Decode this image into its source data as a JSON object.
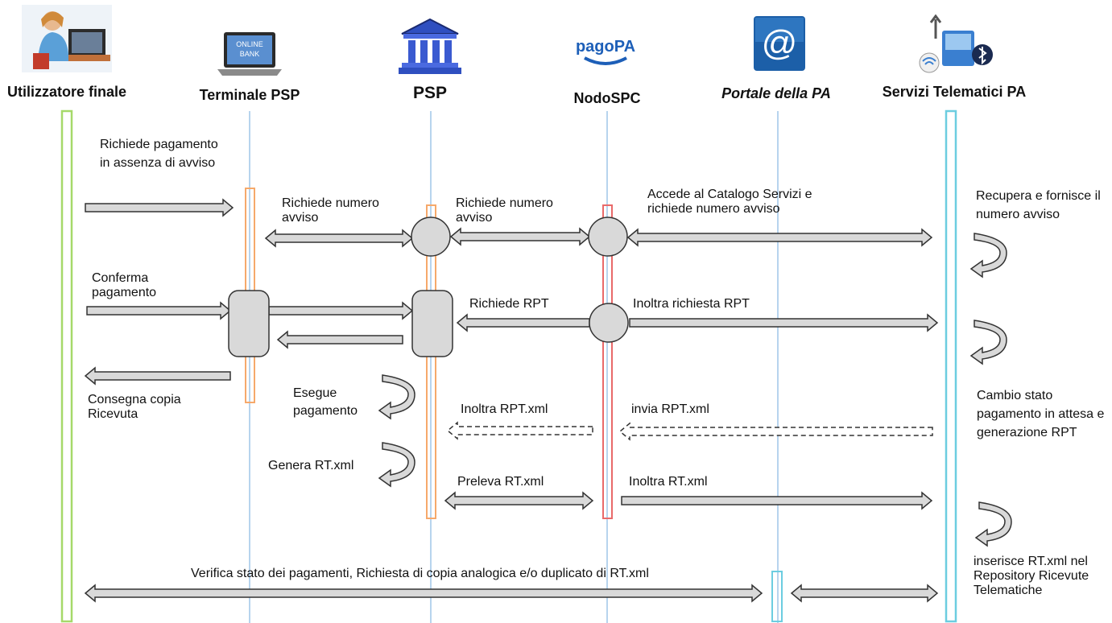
{
  "actors": {
    "utente": "Utilizzatore finale",
    "terminale": "Terminale PSP",
    "psp": "PSP",
    "nodo": "NodoSPC",
    "portale": "Portale della PA",
    "servizi": "Servizi Telematici PA"
  },
  "icons": {
    "terminal_logo_line1": "ONLINE",
    "terminal_logo_line2": "BANK",
    "nodo_logo": "pagoPA"
  },
  "messages": {
    "richiede_pagamento": "Richiede pagamento in assenza di avviso",
    "richiede_numero_1": "Richiede numero avviso",
    "richiede_numero_2": "Richiede numero avviso",
    "accede_catalogo": "Accede al Catalogo Servizi e richiede numero avviso",
    "recupera_fornisce": "Recupera e fornisce il numero avviso",
    "conferma_pagamento": "Conferma pagamento",
    "richiede_rpt": "Richiede RPT",
    "inoltra_richiesta_rpt": "Inoltra richiesta RPT",
    "consegna_copia": "Consegna copia Ricevuta",
    "esegue_pagamento": "Esegue pagamento",
    "inoltra_rpt_xml": "Inoltra RPT.xml",
    "invia_rpt_xml": "invia RPT.xml",
    "cambio_stato": "Cambio stato pagamento in attesa e generazione RPT",
    "genera_rt": "Genera RT.xml",
    "preleva_rt": "Preleva RT.xml",
    "inoltra_rt": "Inoltra RT.xml",
    "inserisce_rt": "inserisce RT.xml nel Repository Ricevute Telematiche",
    "verifica_stato": "Verifica stato dei pagamenti, Richiesta di copia analogica  e/o duplicato di RT.xml"
  },
  "colors": {
    "utente_bar": "#a6d96a",
    "terminale_bar": "#f6a96b",
    "psp_bar": "#f6a96b",
    "nodo_bar": "#e96a6a",
    "portale_bar": "#6ccde0",
    "servizi_bar": "#6ccde0",
    "arrow_fill": "#d9d9d9",
    "arrow_stroke": "#333333",
    "lifeline": "#6fa8dc"
  }
}
